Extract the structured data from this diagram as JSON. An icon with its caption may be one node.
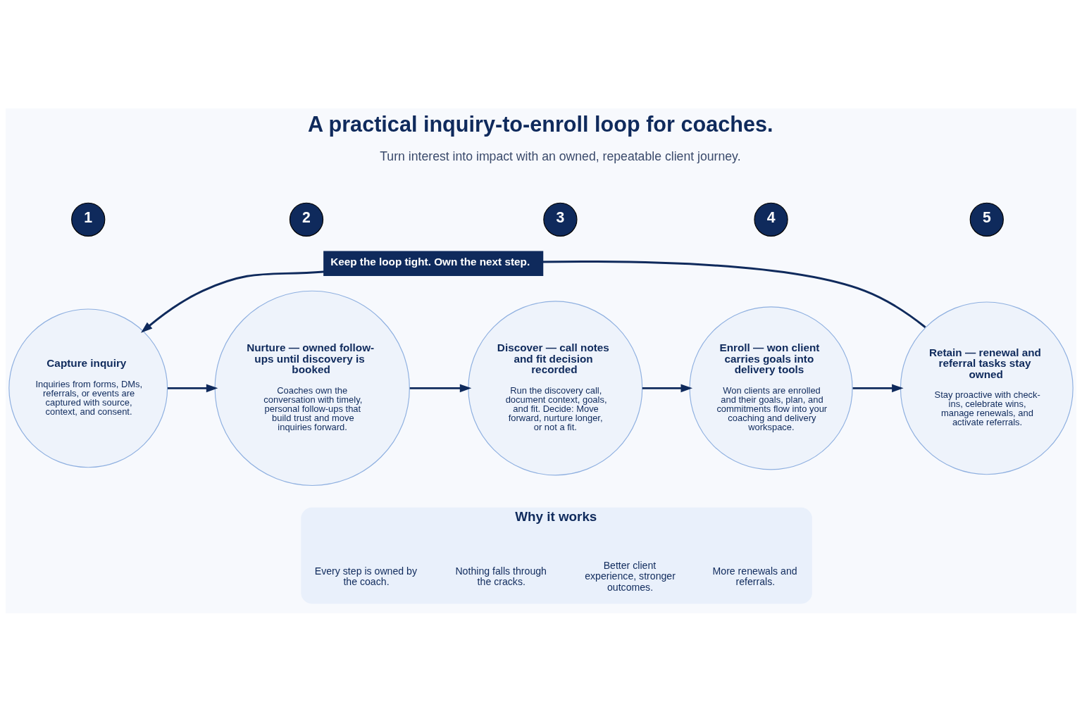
{
  "diagram": {
    "title": "A practical inquiry-to-enroll loop for coaches.",
    "nodes": [
      {
        "text": [
          "1"
        ]
      },
      {
        "text": [
          "2"
        ]
      },
      {
        "text": [
          "3"
        ]
      },
      {
        "text": [
          "4"
        ]
      },
      {
        "text": [
          "5"
        ]
      },
      {
        "text": [
          "Capture inquiry",
          "Inquiries from forms, DMs, referrals, or events are captured with source, context, and consent."
        ]
      },
      {
        "text": [
          "Nurture — owned follow-ups until discovery is booked",
          "Coaches own the conversation with timely, personal follow-ups that build trust and move inquiries forward."
        ]
      },
      {
        "text": [
          "Discover — call notes and fit decision recorded",
          "Run the discovery call, document context, goals, and fit. Decide: Move forward, nurture longer, or not a fit."
        ]
      },
      {
        "text": [
          "Enroll — won client carries goals into delivery tools",
          "Won clients are enrolled and their goals, plan, and commitments flow into your coaching and delivery workspace."
        ]
      },
      {
        "text": [
          "Retain — renewal and referral tasks stay owned",
          "Stay proactive with check-ins, celebrate wins, manage renewals, and activate referrals."
        ]
      },
      {
        "text": [
          "Why it works"
        ]
      },
      {
        "text": [
          "Every step is owned by the coach."
        ],
        "in": 10
      },
      {
        "text": [
          "Nothing falls through the cracks."
        ],
        "in": 10
      },
      {
        "text": [
          "Better client experience, stronger outcomes."
        ],
        "in": 10
      },
      {
        "text": [
          "More renewals and referrals."
        ],
        "in": 10
      }
    ],
    "edges": [
      {
        "from": 5,
        "to": 6,
        "arrow": "to"
      },
      {
        "from": 6,
        "to": 7,
        "arrow": "to"
      },
      {
        "from": 7,
        "to": 8,
        "arrow": "to"
      },
      {
        "from": 8,
        "to": 9,
        "arrow": "to"
      },
      {
        "from": 9,
        "to": 5,
        "arrow": "to",
        "label": "Keep the loop tight. Own the next step."
      }
    ],
    "labels": [
      "Turn interest into impact with an owned, repeatable client journey."
    ]
  }
}
